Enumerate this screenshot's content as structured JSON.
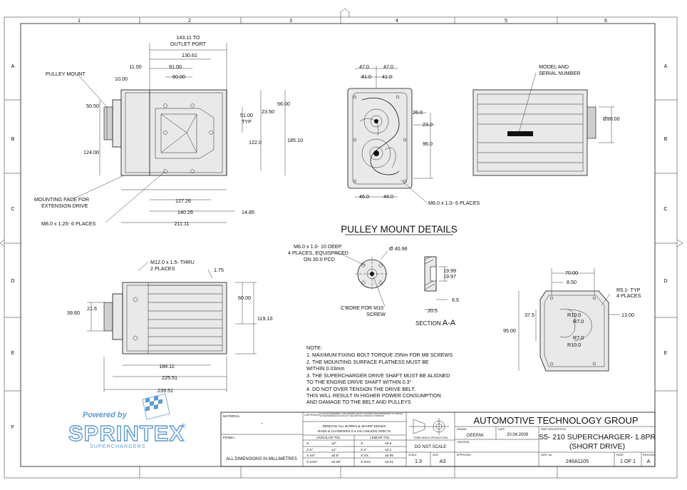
{
  "grid": {
    "columns": [
      "1",
      "2",
      "3",
      "4",
      "5",
      "6"
    ],
    "rows": [
      "A",
      "B",
      "C",
      "D",
      "E",
      "F"
    ]
  },
  "views": {
    "front": {
      "dims": [
        "143.11 TO",
        "OUTLET PORT",
        "130.61",
        "91.00",
        "60.00",
        "11.00",
        "10.00",
        "50.50",
        "124.00",
        "56.00",
        "23.50",
        "51.00",
        "TYP",
        "122.0",
        "185.10",
        "127.26",
        "140.26",
        "14.85",
        "211.11"
      ],
      "labels": [
        "PULLEY MOUNT",
        "MOUNTING FACE FOR",
        "EXTENSION DRIVE",
        "M8.0 x 1.25- 6 PLACES"
      ]
    },
    "end": {
      "dims": [
        "47.0",
        "47.0",
        "41.0",
        "41.0",
        "26.0",
        "23.0",
        "96.0",
        "46.0",
        "46.0"
      ],
      "labels": [
        "M6.0 x 1.0- 6 PLACES"
      ]
    },
    "rear": {
      "dims": [
        "Ø90.00"
      ],
      "labels": [
        "MODEL AND",
        "SERIAL NUMBER"
      ]
    },
    "pulley": {
      "title": "PULLEY MOUNT DETAILS",
      "labels": [
        "M6.0 x 1.0- 10 DEEP",
        "4 PLACES, EQUISPACED",
        "ON 30.0 PCD",
        "Ø 40.96",
        "C'BORE FOR M10",
        "SCREW"
      ],
      "section_dims": [
        "19.99",
        "19.97",
        "6.5",
        "20.5"
      ],
      "section_prefix": "SECTION ",
      "section_letter": "A-A"
    },
    "bottom": {
      "dims": [
        "1.75",
        "60.00",
        "119.10",
        "21.6",
        "39.60",
        "184.11",
        "225.51",
        "239.51"
      ],
      "labels": [
        "M12.0 x 1.5- THRU",
        "2 PLACES"
      ]
    },
    "small_end": {
      "dims": [
        "70.00",
        "8.50",
        "R5.1- TYP",
        "4 PLACES",
        "13.00",
        "37.5",
        "95.00",
        "R10.0",
        "R7.0",
        "R7.0",
        "R10.0"
      ]
    }
  },
  "notes": {
    "heading": "NOTE:",
    "items": [
      "1.  MAXIMUM FIXING BOLT TORQUE 25Nm FOR M8 SCREWS",
      "2.  THE MOUNTING SURFACE FLATNESS MUST BE",
      "     WITHIN 0.03mm",
      "3.  THE SUPERCHARGER DRIVE SHAFT MUST BE ALIGNED",
      "     TO THE ENGINE DRIVE SHAFT WITHIN 0.3°",
      "4.  DO NOT OVER TENSION THE DRIVE BELT.",
      "     THIS WILL RESULT IN HIGHER POWER CONSUMPTION",
      "     AND DAMAGE TO THE BELT AND PULLEYS"
    ]
  },
  "logo": {
    "tagline": "Powered by",
    "brand": "SPRINTEX",
    "reg": "®",
    "sub": "SUPERCHARGERS"
  },
  "title_block": {
    "material_label": "MATERIAL",
    "material_value": "-",
    "finish_label": "FINISH",
    "all_dims": "ALL DIMENSIONS IN MILLIMETRES",
    "copyright_label": "COPYRIGHT",
    "copyright_text": "ALL RIGHTS RESERVED. THIS DRAWING AND ITS CONTENTS ARE PROPRIETARY TO AND MAY NOT BE REPRODUCED WITHOUT THE WRITTEN CONSENT OF SPRINTEX",
    "burrs_1": "REMOVE ALL BURRS & SHARP EDGES",
    "burrs_2": "RADII & CHAMFERS 0.4 mm UNLESS SPEC'D",
    "angular_tol": "ANGULAR TOL",
    "linear_tol": "LINEAR TOL",
    "tol_rows": [
      [
        "X.",
        "±2°",
        "X.",
        "±0.5"
      ],
      [
        "X.X°",
        "±1°",
        "X.X",
        "±0.1"
      ],
      [
        "X.XX°",
        "±0.5°",
        "X.XX",
        "±0.05"
      ],
      [
        "X.XXX°",
        "±0.25°",
        "X.XXX",
        "±0.01"
      ]
    ],
    "projection": "THIRD ANGLE PROJECTION",
    "do_not_scale": "DO NOT SCALE",
    "scale_label": "SCALE",
    "scale_value": "1:3",
    "size_label": "SIZE",
    "size_value": "A3",
    "company": "AUTOMOTIVE TECHNOLOGY GROUP",
    "drawn_label": "DRAWN",
    "drawn_value": "DEEPAK",
    "date_label": "DATE",
    "date_value": "20.04.2009",
    "checked_label": "CHECKED",
    "approved_label": "APPROVED",
    "part_desc_label": "PART DESCRIPTION",
    "part_desc_1": "S5- 210 SUPERCHARGER- 1.8PR",
    "part_desc_2": "(SHORT DRIVE)",
    "dwg_label": "DWG. No.",
    "dwg_value": "246A1105",
    "page_label": "PAGE",
    "page_value": "1 OF 1",
    "rev_label": "REVISION",
    "rev_value": "A"
  }
}
